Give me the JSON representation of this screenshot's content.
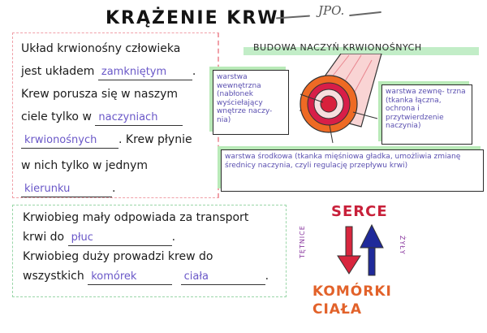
{
  "header": {
    "title": "KRĄŻENIE KRWI",
    "signature": "JPO."
  },
  "left_box": {
    "line1": "Układ krwionośny człowieka",
    "line2_prefix": "jest układem",
    "answer1": "zamkniętym",
    "line3": "Krew porusza się w naszym",
    "line4_prefix": "ciele tylko w",
    "answer2a": "naczyniach",
    "answer2b": "krwionośnych",
    "line5_suffix": ". Krew płynie",
    "line6": "w nich tylko w jednym",
    "answer3": "kierunku"
  },
  "bottom_box": {
    "line1": "Krwiobieg mały odpowiada za transport",
    "line2_prefix": "krwi do",
    "answer1": "płuc",
    "line3": "Krwiobieg duży prowadzi krew do",
    "line4_prefix": "wszystkich",
    "answer2": "komórek",
    "answer3": "ciała"
  },
  "vessel_section": {
    "title": "BUDOWA NACZYŃ KRWIONOŚNYCH",
    "inner_layer": "warstwa wewnętrzna (nabłonek wyściełający wnętrze naczy- nia)",
    "outer_layer": "warstwa zewnę- trzna (tkanka łączna, ochrona i przytwierdzenie naczynia)",
    "middle_layer": "warstwa środkowa (tkanka mięśniowa gładka, umożliwia zmianę średnicy naczynia, czyli regulację przepływu krwi)",
    "colors": {
      "outer": "#ee6a24",
      "middle": "#d81e48",
      "inner": "#f7dede",
      "lumen": "#d8203c"
    }
  },
  "circulation": {
    "top_label": "SERCE",
    "bottom_label_1": "KOMÓRKI",
    "bottom_label_2": "CIAŁA",
    "left_label": "TĘTNICE",
    "right_label": "ŻYŁY",
    "down_arrow_color": "#d8263e",
    "up_arrow_color": "#1f2a9a"
  }
}
